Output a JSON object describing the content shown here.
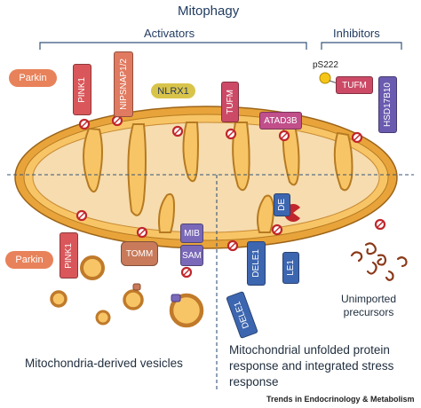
{
  "header": {
    "title": "Mitophagy",
    "activators": "Activators",
    "inhibitors": "Inhibitors"
  },
  "proteins": {
    "parkin_top": "Parkin",
    "pink1_top": "PINK1",
    "nipsnap": "NIPSNAP1/2",
    "nlrx1": "NLRX1",
    "tufm": "TUFM",
    "atad3b": "ATAD3B",
    "ps222": "pS222",
    "tufm_inhib": "TUFM",
    "hsd17b10": "HSD17B10",
    "parkin_bottom": "Parkin",
    "pink1_bottom": "PINK1",
    "tomm": "TOMM",
    "mib": "MIB",
    "sam": "SAM",
    "dele1_matrix": "DE",
    "dele1_om": "DELE1",
    "dele1_frag": "LE1",
    "dele1_cyto": "DELE1"
  },
  "captions": {
    "mdv": "Mitochondria-derived vesicles",
    "uipr": "Mitochondrial unfolded protein response and integrated stress response",
    "unimported": "Unimported precursors"
  },
  "credit": "Trends in Endocrinology & Metabolism",
  "colors": {
    "outer_membrane": "#e8a43a",
    "matrix": "#f6dcae",
    "parkin": "#e8825a",
    "pink1": "#d9575a",
    "nipsnap": "#e07a60",
    "nlrx1": "#d9c44a",
    "tufm": "#cc4a66",
    "atad3b": "#c04f8a",
    "hsd17b10": "#6a5bb0",
    "tomm": "#c87a5a",
    "mib_sam": "#7a68b8",
    "dele1": "#3d66b0",
    "ubiquitin": "#c0262c"
  }
}
